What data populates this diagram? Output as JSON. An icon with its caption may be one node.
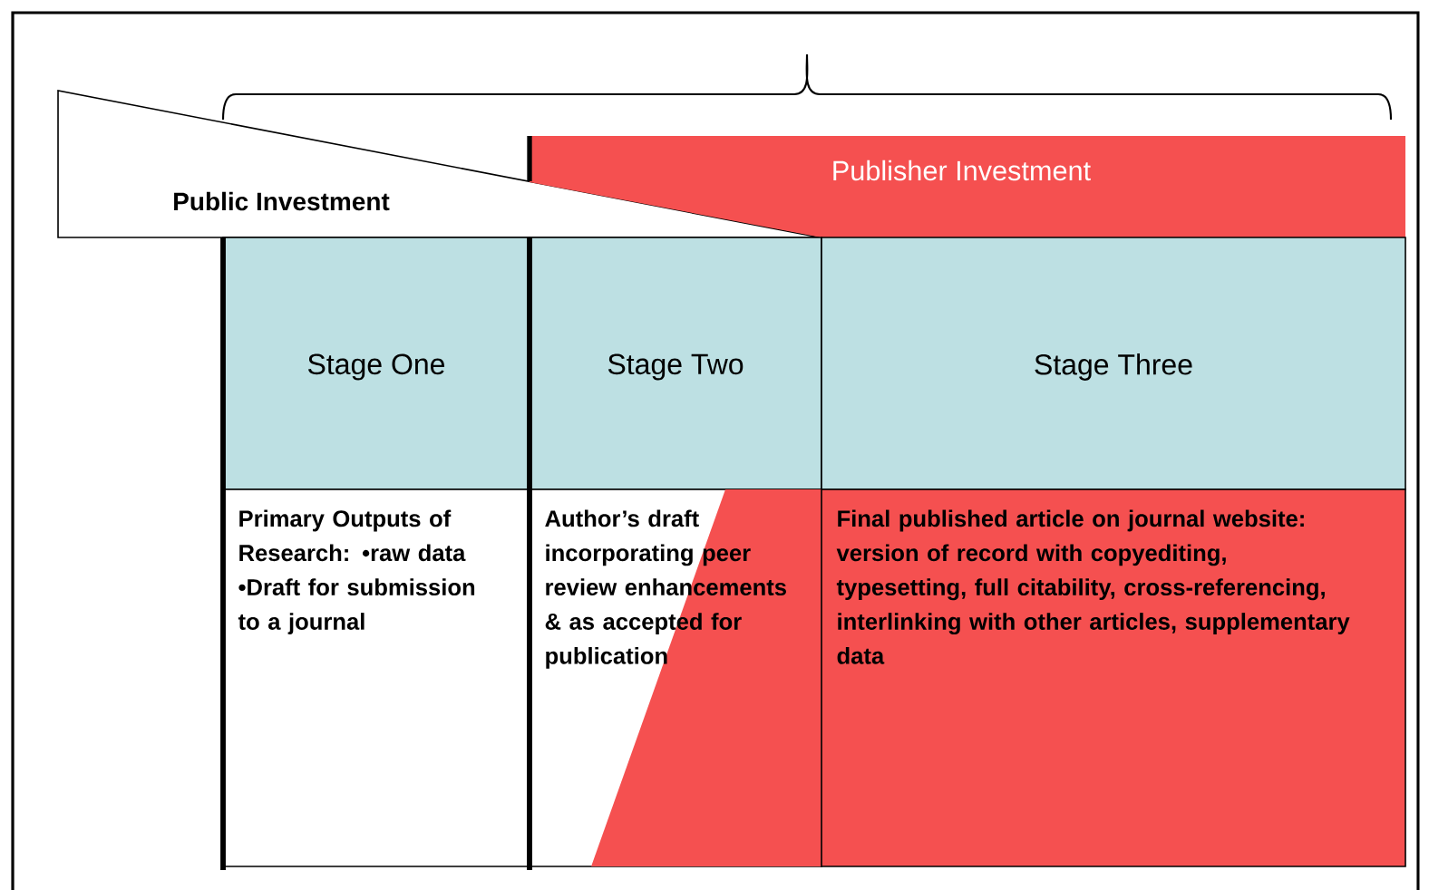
{
  "diagram": {
    "nodes": [
      {
        "text": [
          "Public Investment"
        ]
      },
      {
        "text": [
          "Publisher Investment"
        ]
      },
      {
        "text": [
          "Stage One"
        ]
      },
      {
        "text": [
          "Stage Two"
        ]
      },
      {
        "text": [
          "Stage Three"
        ]
      },
      {
        "text": [
          "Primary Outputs of Research: •raw data •Draft for submission to a journal"
        ]
      },
      {
        "text": [
          "Author’s draft incorporating peer review enhancements & as accepted for publication"
        ]
      },
      {
        "text": [
          "Final published article on journal website: version of record with copyediting, typesetting, full citability, cross-referencing, interlinking with other articles, supplementary data"
        ]
      }
    ],
    "edges": []
  }
}
